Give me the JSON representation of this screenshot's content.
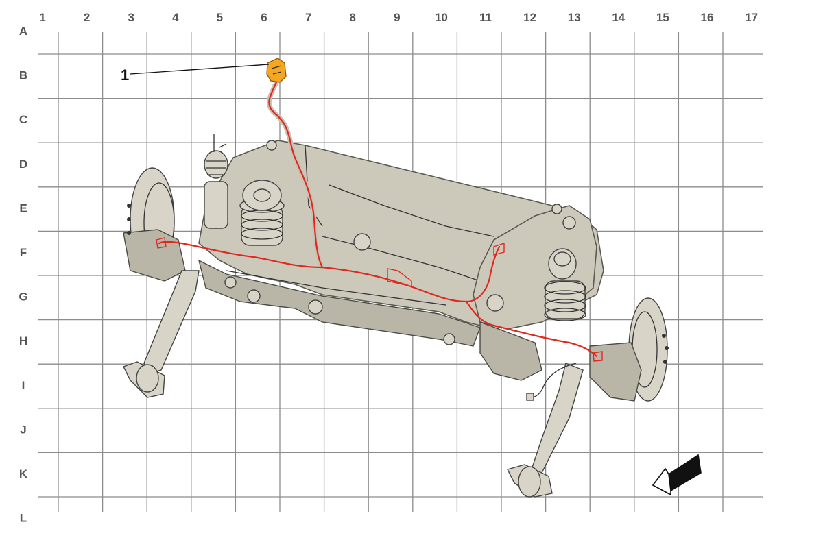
{
  "grid": {
    "columns": [
      "1",
      "2",
      "3",
      "4",
      "5",
      "6",
      "7",
      "8",
      "9",
      "10",
      "11",
      "12",
      "13",
      "14",
      "15",
      "16",
      "17"
    ],
    "rows": [
      "A",
      "B",
      "C",
      "D",
      "E",
      "F",
      "G",
      "H",
      "I",
      "J",
      "K",
      "L"
    ]
  },
  "callouts": [
    {
      "id": "1",
      "label": "1"
    }
  ],
  "colors": {
    "grid": "#8c8c8c",
    "frame": "#ccc9bb",
    "harness": "#e0281f",
    "highlight_component": "#f5a623",
    "label_text": "#555555"
  },
  "icons": {
    "direction_arrow": "front-direction-arrow-icon",
    "highlighted_part": "sensor-component-icon"
  }
}
